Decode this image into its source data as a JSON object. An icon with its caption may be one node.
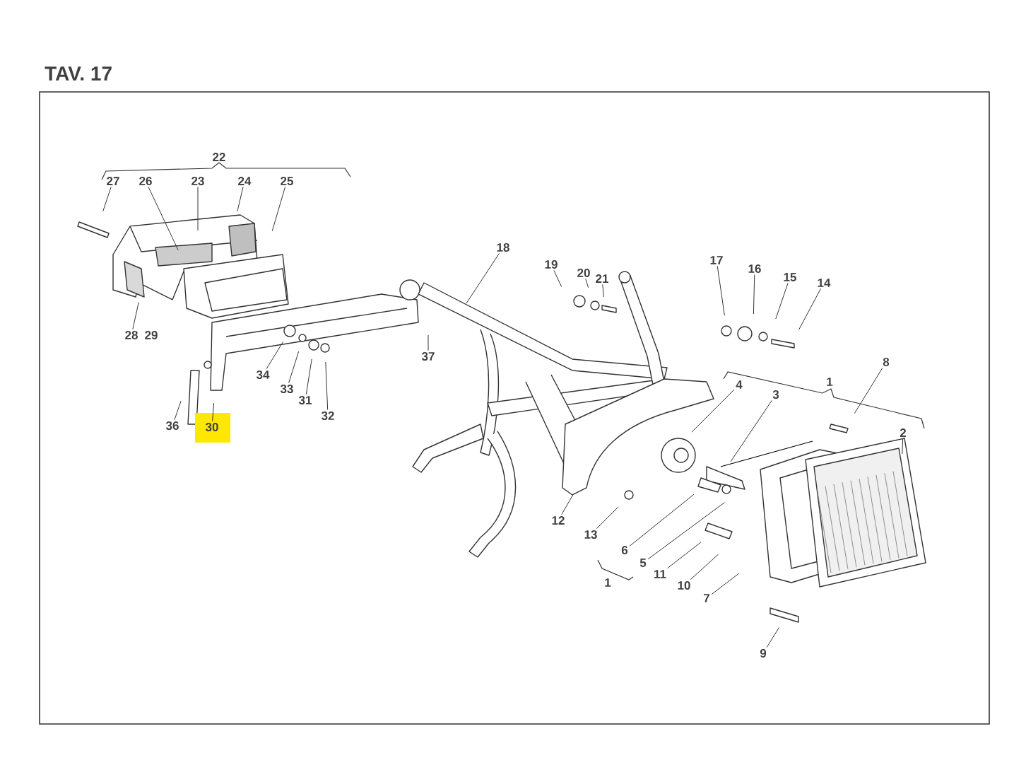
{
  "diagram": {
    "title": "TAV. 17",
    "nodes": [
      {
        "text": [
          "27"
        ]
      },
      {
        "text": [
          "26"
        ]
      },
      {
        "text": [
          "23"
        ]
      },
      {
        "text": [
          "24"
        ]
      },
      {
        "text": [
          "25"
        ]
      },
      {
        "text": [
          "18"
        ]
      },
      {
        "text": [
          "19"
        ]
      },
      {
        "text": [
          "20"
        ]
      },
      {
        "text": [
          "21"
        ]
      },
      {
        "text": [
          "17"
        ]
      },
      {
        "text": [
          "16"
        ]
      },
      {
        "text": [
          "15"
        ]
      },
      {
        "text": [
          "14"
        ]
      },
      {
        "text": [
          "28"
        ]
      },
      {
        "text": [
          "8"
        ]
      },
      {
        "text": [
          "37"
        ]
      },
      {
        "text": [
          "4"
        ]
      },
      {
        "text": [
          "34"
        ]
      },
      {
        "text": [
          "3"
        ]
      },
      {
        "text": [
          "33"
        ]
      },
      {
        "text": [
          "31"
        ]
      },
      {
        "text": [
          "32"
        ]
      },
      {
        "text": [
          "36"
        ]
      },
      {
        "text": [
          "30"
        ]
      },
      {
        "text": [
          "2"
        ]
      },
      {
        "text": [
          "12"
        ]
      },
      {
        "text": [
          "13"
        ]
      },
      {
        "text": [
          "6"
        ]
      },
      {
        "text": [
          "5"
        ]
      },
      {
        "text": [
          "11"
        ]
      },
      {
        "text": [
          "10"
        ]
      },
      {
        "text": [
          "7"
        ]
      },
      {
        "text": [
          "9"
        ]
      }
    ],
    "edges": [
      {
        "from": 0,
        "to": null,
        "arrow": "none"
      },
      {
        "from": 1,
        "to": null,
        "arrow": "none"
      },
      {
        "from": 2,
        "to": null,
        "arrow": "none"
      },
      {
        "from": 3,
        "to": null,
        "arrow": "none"
      },
      {
        "from": 4,
        "to": null,
        "arrow": "none"
      },
      {
        "from": 5,
        "to": null,
        "arrow": "none"
      },
      {
        "from": 6,
        "to": null,
        "arrow": "none"
      },
      {
        "from": 7,
        "to": null,
        "arrow": "none"
      },
      {
        "from": 8,
        "to": null,
        "arrow": "none"
      },
      {
        "from": 9,
        "to": null,
        "arrow": "none"
      },
      {
        "from": 10,
        "to": null,
        "arrow": "none"
      },
      {
        "from": 11,
        "to": null,
        "arrow": "none"
      },
      {
        "from": 12,
        "to": null,
        "arrow": "none"
      },
      {
        "from": 13,
        "to": null,
        "arrow": "none"
      },
      {
        "from": 14,
        "to": null,
        "arrow": "none"
      },
      {
        "from": 15,
        "to": null,
        "arrow": "none"
      },
      {
        "from": 16,
        "to": null,
        "arrow": "none"
      },
      {
        "from": 17,
        "to": null,
        "arrow": "none"
      },
      {
        "from": 18,
        "to": null,
        "arrow": "none"
      },
      {
        "from": 19,
        "to": null,
        "arrow": "none"
      },
      {
        "from": 20,
        "to": null,
        "arrow": "none"
      },
      {
        "from": 21,
        "to": null,
        "arrow": "none"
      },
      {
        "from": 22,
        "to": null,
        "arrow": "none"
      },
      {
        "from": 23,
        "to": null,
        "arrow": "none"
      },
      {
        "from": 24,
        "to": null,
        "arrow": "none"
      },
      {
        "from": 25,
        "to": null,
        "arrow": "none"
      },
      {
        "from": 26,
        "to": null,
        "arrow": "none"
      },
      {
        "from": 27,
        "to": null,
        "arrow": "none"
      },
      {
        "from": 28,
        "to": null,
        "arrow": "none"
      },
      {
        "from": 29,
        "to": null,
        "arrow": "none"
      },
      {
        "from": 30,
        "to": null,
        "arrow": "none"
      },
      {
        "from": 31,
        "to": null,
        "arrow": "none"
      },
      {
        "from": 32,
        "to": null,
        "arrow": "none"
      }
    ],
    "labels": [
      "22",
      "29",
      "1",
      "1"
    ]
  }
}
